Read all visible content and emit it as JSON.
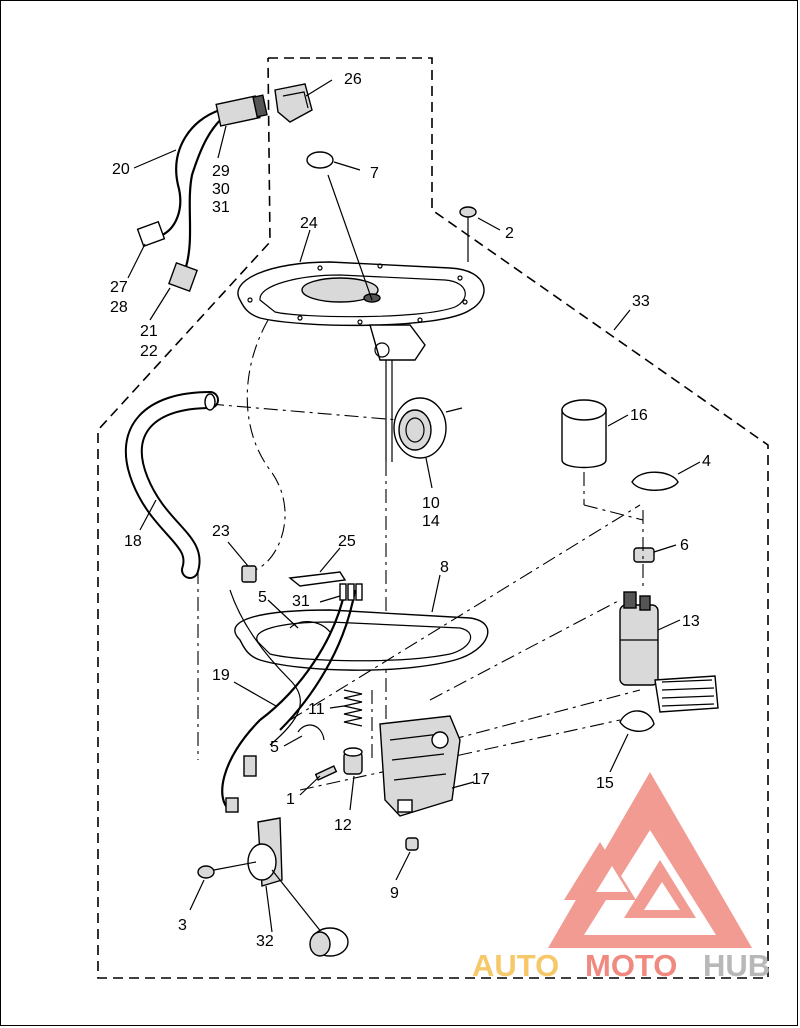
{
  "callouts": {
    "c1": "1",
    "c2": "2",
    "c3": "3",
    "c4": "4",
    "c5a": "5",
    "c5b": "5",
    "c6": "6",
    "c7": "7",
    "c8": "8",
    "c9": "9",
    "c10": "10",
    "c11": "11",
    "c12": "12",
    "c13": "13",
    "c14": "14",
    "c15": "15",
    "c16": "16",
    "c17": "17",
    "c18": "18",
    "c19": "19",
    "c20": "20",
    "c21": "21",
    "c22": "22",
    "c23": "23",
    "c24": "24",
    "c25": "25",
    "c26": "26",
    "c27": "27",
    "c28": "28",
    "c29": "29",
    "c30": "30",
    "c31a": "31",
    "c31b": "31",
    "c32": "32",
    "c33": "33"
  },
  "watermark": {
    "part1": "AUTO",
    "part2": "MOTO",
    "part3": "HUB",
    "color_red": "#f08a80",
    "color_yellow": "#f6c86a",
    "color_gray": "#b8b8b8"
  }
}
